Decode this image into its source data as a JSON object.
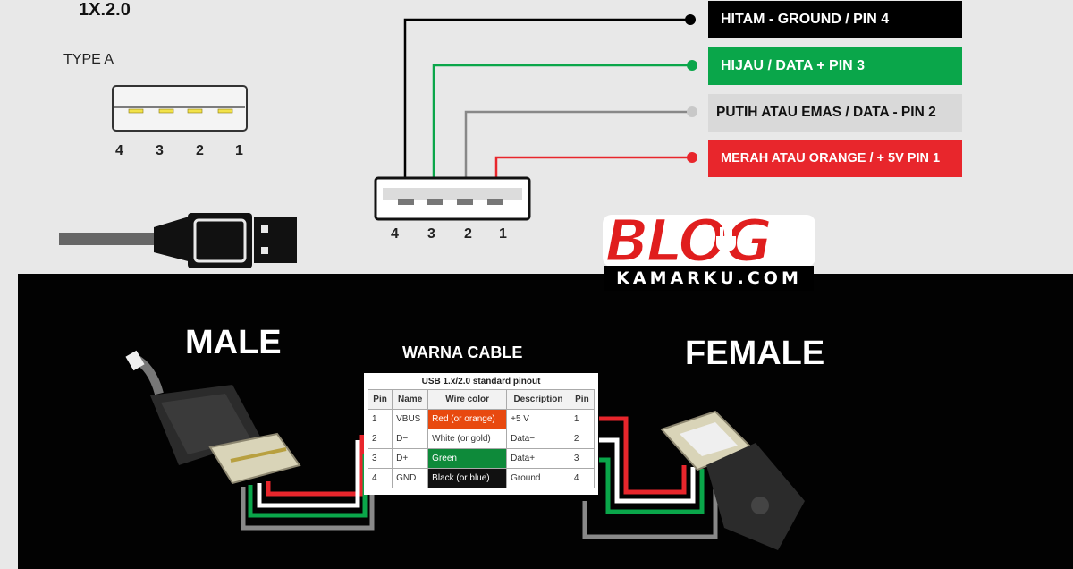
{
  "header": {
    "title": "1X.2.0",
    "type_label": "TYPE A"
  },
  "typeA_pins": [
    "4",
    "3",
    "2",
    "1"
  ],
  "connector_pins": [
    "4",
    "3",
    "2",
    "1"
  ],
  "wires": [
    {
      "label": "HITAM - GROUND / PIN 4",
      "color": "#000000",
      "text_color": "#ffffff"
    },
    {
      "label": "HIJAU  / DATA + PIN 3",
      "color": "#0aa64a",
      "text_color": "#ffffff"
    },
    {
      "label": "PUTIH ATAU EMAS /   DATA - PIN 2",
      "color": "#d9d9d9",
      "text_color": "#111111"
    },
    {
      "label": "MERAH ATAU ORANGE / + 5V PIN 1",
      "color": "#e8262c",
      "text_color": "#ffffff"
    }
  ],
  "logo": {
    "word": "BLOG",
    "domain": "KAMARKU.COM"
  },
  "bottom": {
    "male": "MALE",
    "female": "FEMALE",
    "cable_title": "WARNA CABLE"
  },
  "pinout": {
    "caption": "USB 1.x/2.0 standard pinout",
    "headers": [
      "Pin",
      "Name",
      "Wire color",
      "Description",
      "Pin"
    ],
    "rows": [
      {
        "pin": "1",
        "name": "VBUS",
        "wire": "Red (or orange)",
        "desc": "+5 V",
        "pin2": "1"
      },
      {
        "pin": "2",
        "name": "D−",
        "wire": "White (or gold)",
        "desc": "Data−",
        "pin2": "2"
      },
      {
        "pin": "3",
        "name": "D+",
        "wire": "Green",
        "desc": "Data+",
        "pin2": "3"
      },
      {
        "pin": "4",
        "name": "GND",
        "wire": "Black (or blue)",
        "desc": "Ground",
        "pin2": "4"
      }
    ]
  }
}
